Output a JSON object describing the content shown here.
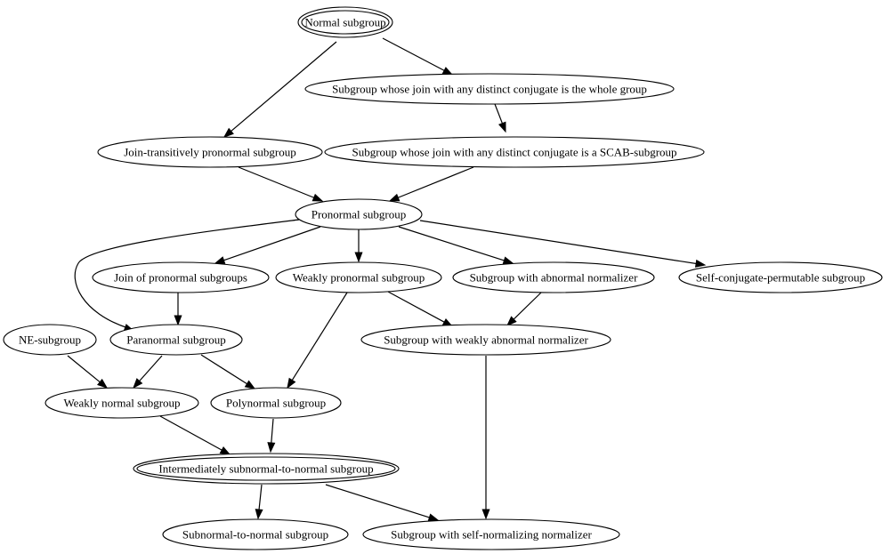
{
  "diagram": {
    "nodes": [
      {
        "id": "normal",
        "label": "Normal subgroup",
        "double": true
      },
      {
        "id": "join_whole",
        "label": "Subgroup whose join with any distinct conjugate is the whole group"
      },
      {
        "id": "join_trans",
        "label": "Join-transitively pronormal subgroup"
      },
      {
        "id": "join_scab",
        "label": "Subgroup whose join with any distinct conjugate is a SCAB-subgroup"
      },
      {
        "id": "pronormal",
        "label": "Pronormal subgroup"
      },
      {
        "id": "join_pron",
        "label": "Join of pronormal subgroups"
      },
      {
        "id": "weak_pron",
        "label": "Weakly pronormal subgroup"
      },
      {
        "id": "abn_norm",
        "label": "Subgroup with abnormal normalizer"
      },
      {
        "id": "self_conj",
        "label": "Self-conjugate-permutable subgroup"
      },
      {
        "id": "ne",
        "label": "NE-subgroup"
      },
      {
        "id": "paranormal",
        "label": "Paranormal subgroup"
      },
      {
        "id": "weak_abn",
        "label": "Subgroup with weakly abnormal normalizer"
      },
      {
        "id": "weak_normal",
        "label": "Weakly normal subgroup"
      },
      {
        "id": "polynormal",
        "label": "Polynormal subgroup"
      },
      {
        "id": "intermed",
        "label": "Intermediately subnormal-to-normal subgroup",
        "double": true
      },
      {
        "id": "subnormal_tn",
        "label": "Subnormal-to-normal subgroup"
      },
      {
        "id": "self_norm",
        "label": "Subgroup with self-normalizing normalizer"
      }
    ],
    "edges": [
      {
        "from": "normal",
        "to": "join_whole"
      },
      {
        "from": "normal",
        "to": "join_trans"
      },
      {
        "from": "join_whole",
        "to": "join_scab"
      },
      {
        "from": "join_trans",
        "to": "pronormal"
      },
      {
        "from": "join_scab",
        "to": "pronormal"
      },
      {
        "from": "pronormal",
        "to": "join_pron"
      },
      {
        "from": "pronormal",
        "to": "weak_pron"
      },
      {
        "from": "pronormal",
        "to": "abn_norm"
      },
      {
        "from": "pronormal",
        "to": "self_conj"
      },
      {
        "from": "pronormal",
        "to": "paranormal"
      },
      {
        "from": "join_pron",
        "to": "paranormal"
      },
      {
        "from": "weak_pron",
        "to": "weak_abn"
      },
      {
        "from": "weak_pron",
        "to": "polynormal"
      },
      {
        "from": "abn_norm",
        "to": "weak_abn"
      },
      {
        "from": "ne",
        "to": "weak_normal"
      },
      {
        "from": "paranormal",
        "to": "weak_normal"
      },
      {
        "from": "paranormal",
        "to": "polynormal"
      },
      {
        "from": "weak_normal",
        "to": "intermed"
      },
      {
        "from": "polynormal",
        "to": "intermed"
      },
      {
        "from": "intermed",
        "to": "subnormal_tn"
      },
      {
        "from": "intermed",
        "to": "self_norm"
      },
      {
        "from": "weak_abn",
        "to": "self_norm"
      }
    ]
  }
}
